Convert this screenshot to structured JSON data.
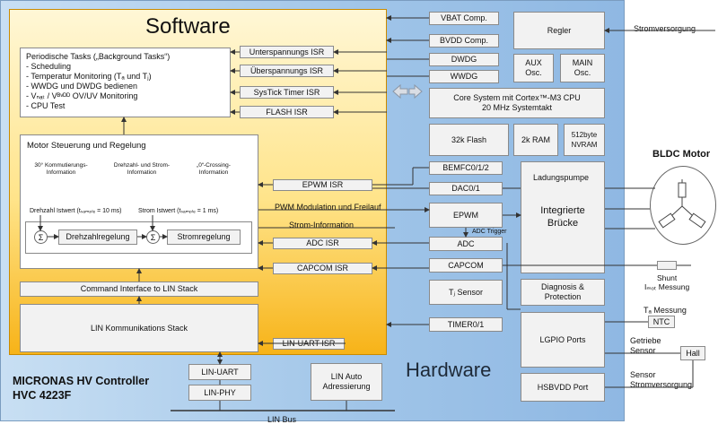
{
  "software": {
    "title": "Software",
    "periodic": {
      "title": "Periodische Tasks („Background Tasks“)",
      "items": [
        "- Scheduling",
        "- Temperatur Monitoring (Tₐ und Tⱼ)",
        "- WWDG und DWDG bedienen",
        "- Vₙₐₜ / Vᴮᵛᴰᴰ OV/UV Monitoring",
        "- CPU Test"
      ]
    },
    "isrs": [
      "Unterspannungs ISR",
      "Überspannungs ISR",
      "SysTick Timer ISR",
      "FLASH ISR"
    ],
    "motor": {
      "title": "Motor Steuerung und Regelung",
      "info": [
        "30° Kommutierungs-\nInformation",
        "Drehzahl- und Strom-\nInformation",
        "„0“-Crossing-\nInformation"
      ],
      "drehzahl_ist": "Drehzahl Istwert (tₛₐₘₚₗₑ = 10 ms)",
      "strom_ist": "Strom Istwert (tₛₐₘₚₗₑ = 1 ms)",
      "sum": "Σ",
      "drehzahlregelung": "Drehzahlregelung",
      "stromregelung": "Stromregelung"
    },
    "epwm_isr": "EPWM ISR",
    "adc_isr": "ADC ISR",
    "capcom_isr": "CAPCOM ISR",
    "command_interface": "Command Interface to LIN Stack",
    "lin_stack": "LIN Kommunikations Stack",
    "lin_uart_isr": "LIN-UART ISR"
  },
  "annotations": {
    "pwm": "PWM Modulation und Freilauf",
    "strom": "Strom-Information",
    "adc_trigger": "ADC Trigger"
  },
  "hardware": {
    "title": "Hardware",
    "vbat_comp": "VBAT Comp.",
    "bvdd_comp": "BVDD Comp.",
    "dwdg": "DWDG",
    "wwdg": "WWDG",
    "regler": "Regler",
    "aux_osc": "AUX\nOsc.",
    "main_osc": "MAIN\nOsc.",
    "core": "Core System mit Cortex™-M3 CPU\n20 MHz Systemtakt",
    "flash": "32k Flash",
    "ram": "2k RAM",
    "nvram": "512byte\nNVRAM",
    "bemfc": "BEMFC0/1/2",
    "dac": "DAC0/1",
    "epwm": "EPWM",
    "adc": "ADC",
    "capcom": "CAPCOM",
    "tj_sensor": "Tⱼ Sensor",
    "timer": "TIMER0/1",
    "ladungspumpe": "Ladungspumpe",
    "bruecke": "Integrierte\nBrücke",
    "diagnosis": "Diagnosis &\nProtection",
    "lgpio": "LGPIO Ports",
    "hsbvdd": "HSBVDD Port",
    "lin_uart": "LIN-UART",
    "lin_phy": "LIN-PHY",
    "lin_auto": "LIN Auto\nAdressierung",
    "chip_name": "MICRONAS HV Controller\nHVC 4223F",
    "lin_bus": "LIN Bus"
  },
  "external": {
    "stromversorgung": "Stromversorgung",
    "bldc_motor": "BLDC Motor",
    "shunt": "Shunt\nIₘₒₜ Messung",
    "ta_messung": "Tₐ Messung",
    "ntc": "NTC",
    "getriebe": "Getriebe\nSensor",
    "hall": "Hall",
    "sensor_strom": "Sensor\nStromversorgung"
  }
}
